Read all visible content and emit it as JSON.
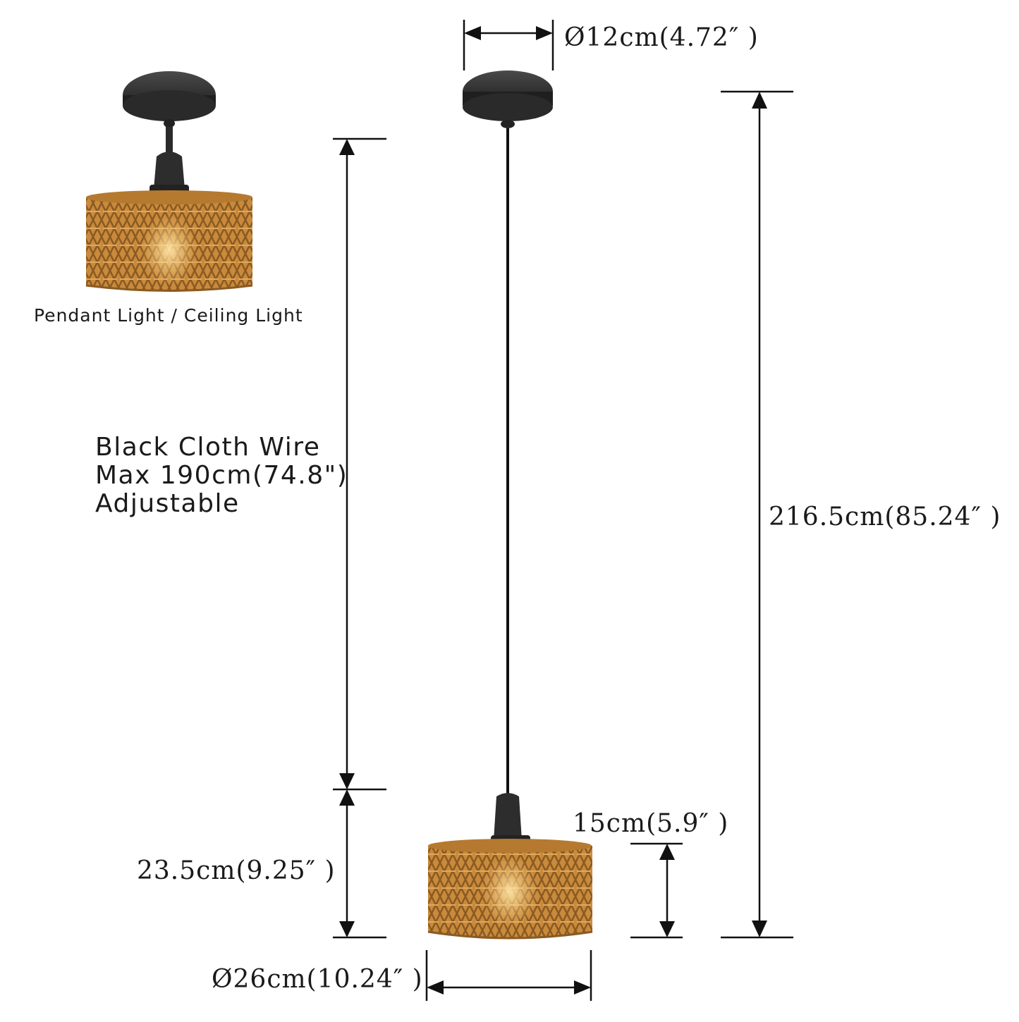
{
  "labels": {
    "product_caption": "Pendant Light / Ceiling Light",
    "wire_line1": "Black Cloth Wire",
    "wire_line2": "Max 190cm(74.8\")",
    "wire_line3": "Adjustable",
    "canopy_diameter": "Ø12cm(4.72″ )",
    "total_height": "216.5cm(85.24″ )",
    "fixture_height": "23.5cm(9.25″ )",
    "shade_height": "15cm(5.9″ )",
    "shade_diameter": "Ø26cm(10.24″ )"
  },
  "colors": {
    "line": "#111111",
    "metal": "#2a2a2a",
    "rattan": "#c98a3c",
    "rattan_dark": "#8a5a22",
    "bulb_glow": "#ffcf7a"
  }
}
